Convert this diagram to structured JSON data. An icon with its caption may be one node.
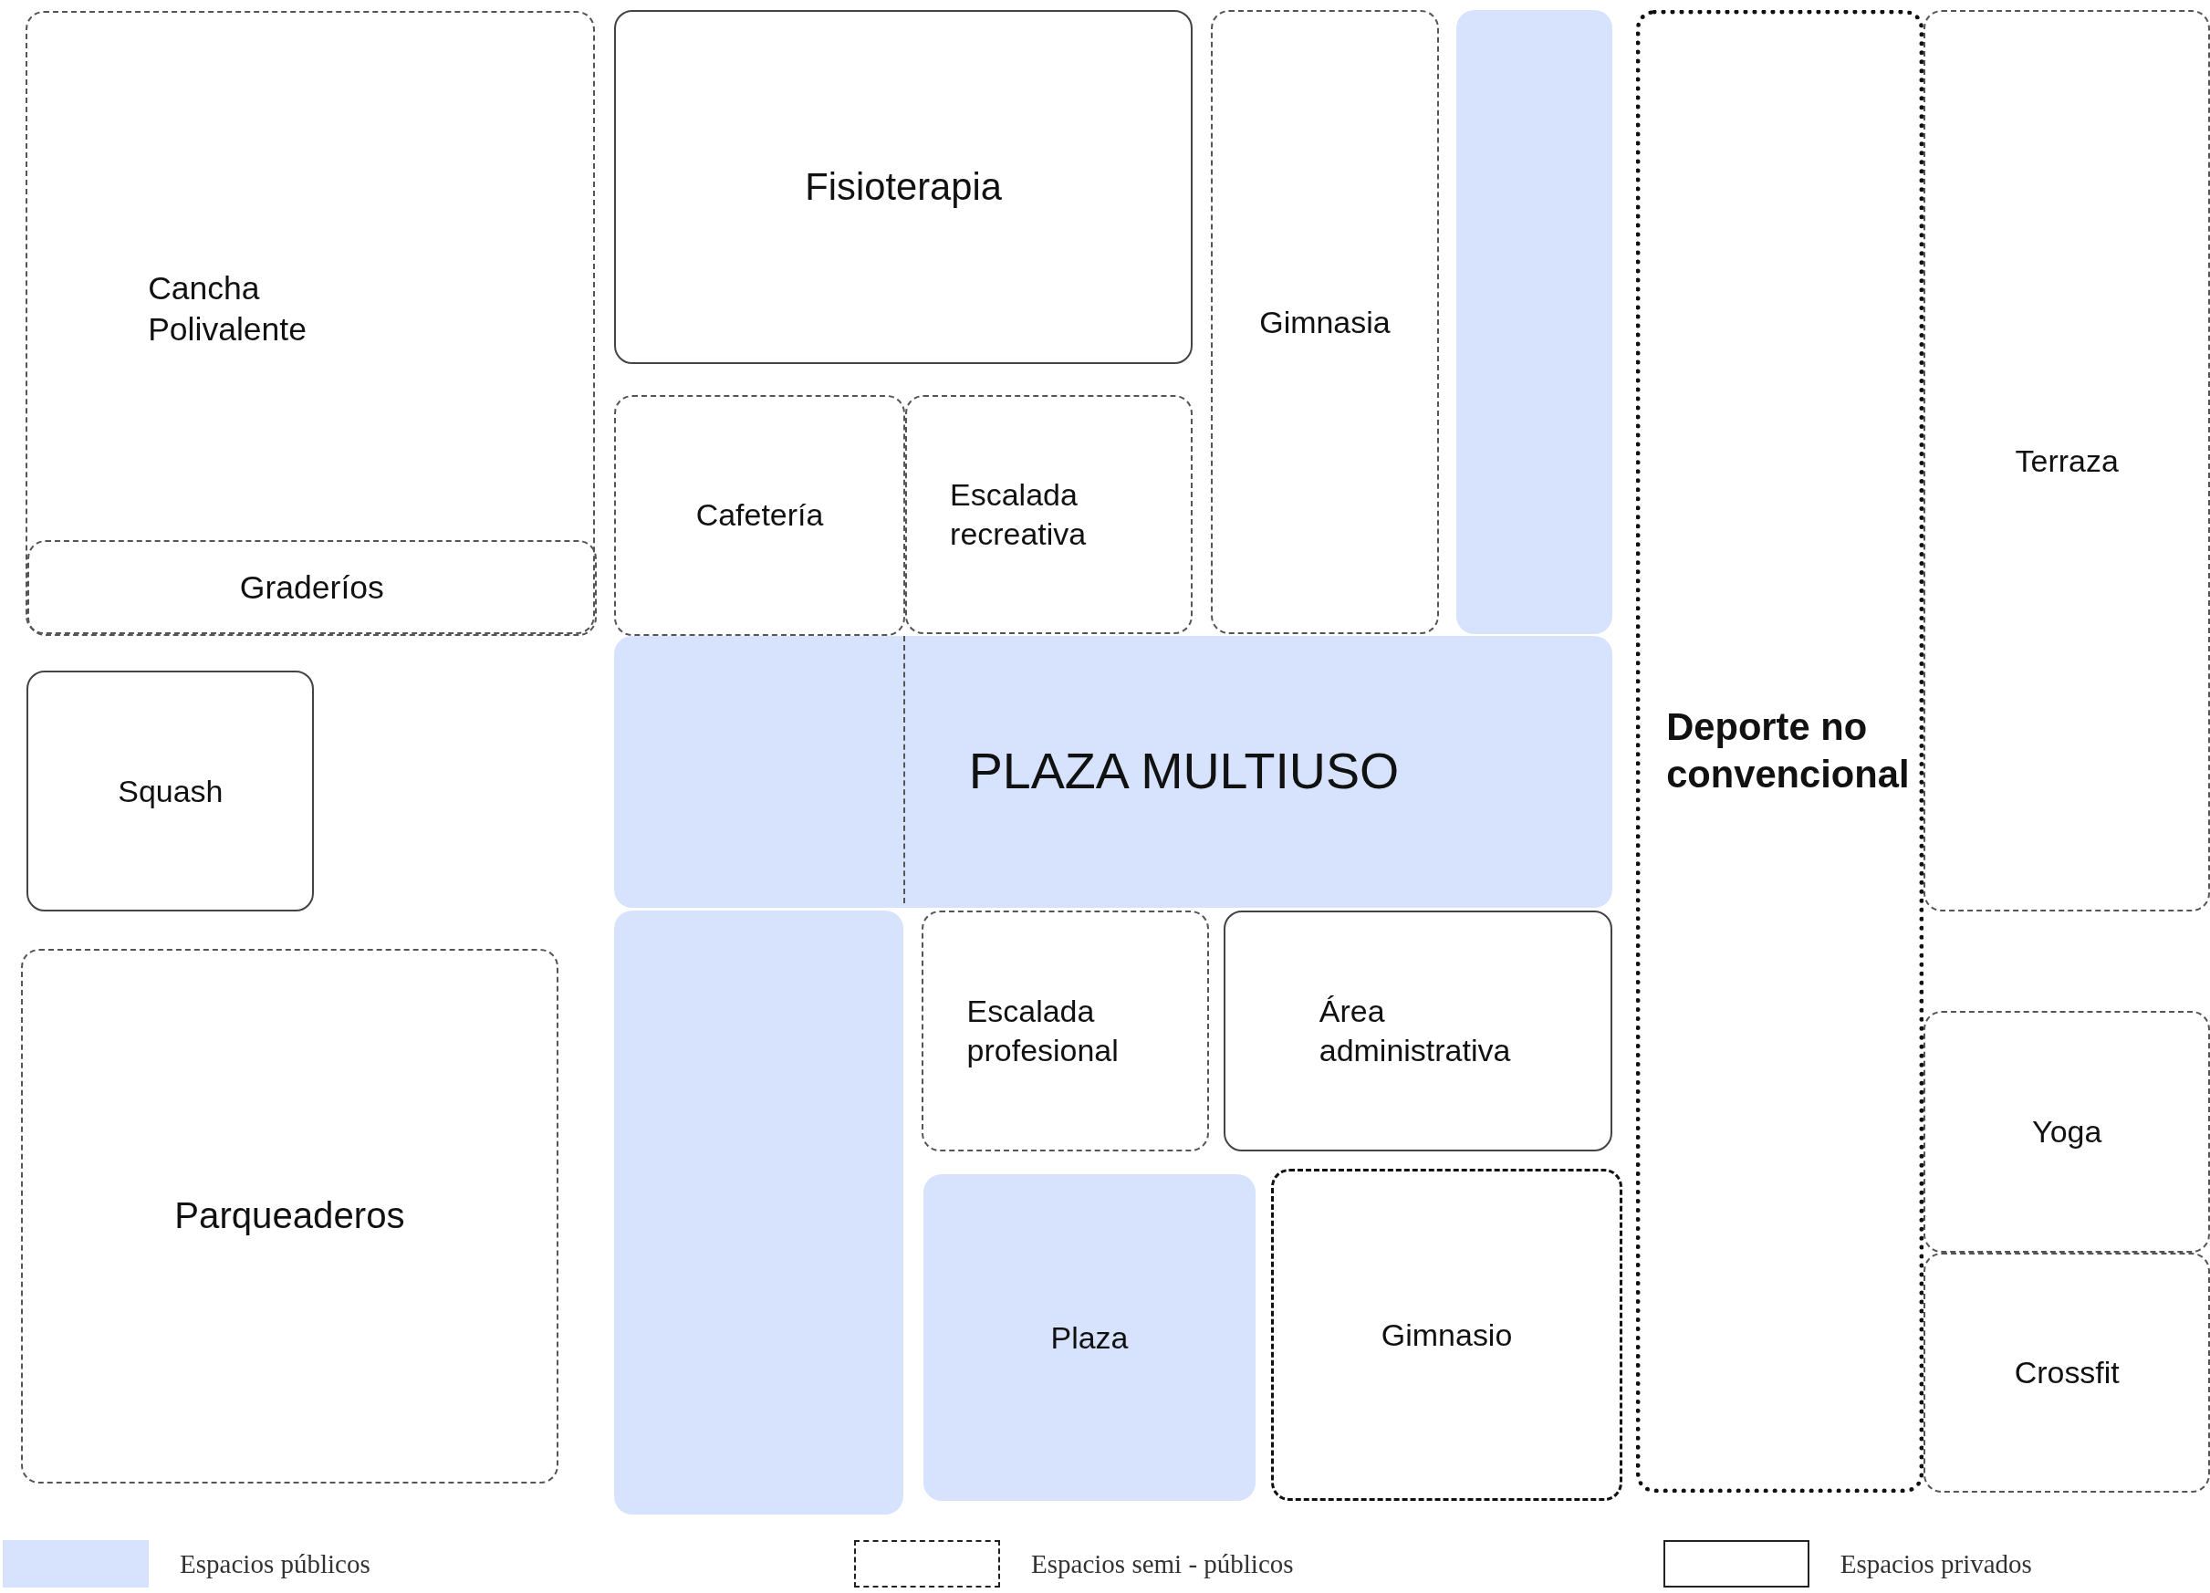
{
  "diagram": {
    "nodes": [
      {
        "text": [
          "Cancha Polivalente"
        ]
      },
      {
        "text": [
          "Graderíos"
        ],
        "in": 0
      },
      {
        "text": [
          "Fisioterapia"
        ]
      },
      {
        "text": [
          "Cafetería"
        ]
      },
      {
        "text": [
          "Escalada recreativa"
        ]
      },
      {
        "text": [
          "Gimnasia"
        ]
      },
      {
        "text": [],
        "shape": "box"
      },
      {
        "text": [
          "Deporte no convencional"
        ]
      },
      {
        "text": [
          "Terraza"
        ]
      },
      {
        "text": [
          "Squash"
        ]
      },
      {
        "text": [
          "PLAZA MULTIUSO"
        ]
      },
      {
        "text": [
          "Parqueaderos"
        ]
      },
      {
        "text": [],
        "shape": "box"
      },
      {
        "text": [
          "Escalada profesional"
        ]
      },
      {
        "text": [
          "Área administrativa"
        ]
      },
      {
        "text": [
          "Yoga"
        ]
      },
      {
        "text": [
          "Plaza"
        ]
      },
      {
        "text": [
          "Gimnasio"
        ]
      },
      {
        "text": [
          "Crossfit"
        ]
      }
    ],
    "legend": [
      {
        "text": "Espacios públicos",
        "color": "#d7e3fd"
      },
      {
        "text": "Espacios semi - públicos"
      },
      {
        "text": "Espacios privados"
      }
    ]
  }
}
